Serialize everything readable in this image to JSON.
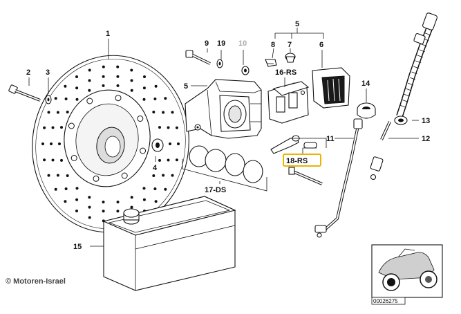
{
  "labels": {
    "p1": "1",
    "p2": "2",
    "p3": "3",
    "p4": "4",
    "p5a": "5",
    "p5b": "5",
    "p6": "6",
    "p7": "7",
    "p8": "8",
    "p9": "9",
    "p10": "10",
    "p11": "11",
    "p12": "12",
    "p13": "13",
    "p14": "14",
    "p15": "15",
    "p16": "16-RS",
    "p17": "17-DS",
    "p18": "18-RS",
    "p19": "19"
  },
  "copyright": "© Motoren-Israel",
  "reference_number": "00026275",
  "colors": {
    "highlight": "#e8b400",
    "line": "#111111",
    "background": "#ffffff"
  }
}
